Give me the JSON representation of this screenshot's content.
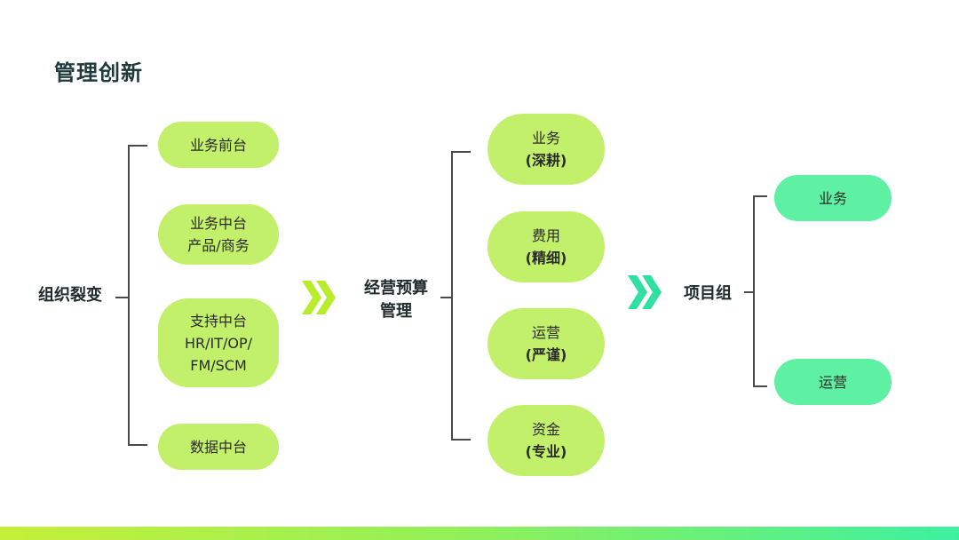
{
  "title": "管理创新",
  "col1": {
    "label": "组织裂变",
    "items": [
      {
        "lines": [
          "业务前台"
        ]
      },
      {
        "lines": [
          "业务中台",
          "产品/商务"
        ]
      },
      {
        "lines": [
          "支持中台",
          "HR/IT/OP/",
          "FM/SCM"
        ]
      },
      {
        "lines": [
          "数据中台"
        ]
      }
    ]
  },
  "col2": {
    "label_lines": [
      "经营预算",
      "管理"
    ],
    "items": [
      {
        "line1": "业务",
        "line2": "(深耕)"
      },
      {
        "line1": "费用",
        "line2": "(精细)"
      },
      {
        "line1": "运营",
        "line2": "(严谨)"
      },
      {
        "line1": "资金",
        "line2": "(专业)"
      }
    ]
  },
  "col3": {
    "label": "项目组",
    "items": [
      {
        "lines": [
          "业务"
        ]
      },
      {
        "lines": [
          "运营"
        ]
      }
    ]
  },
  "colors": {
    "lime": "#c3f06a",
    "mint": "#5ef0a3",
    "chevron_lime": "#b8ec2c",
    "chevron_mint": "#2fe0a0",
    "title": "#1f3a3a"
  }
}
